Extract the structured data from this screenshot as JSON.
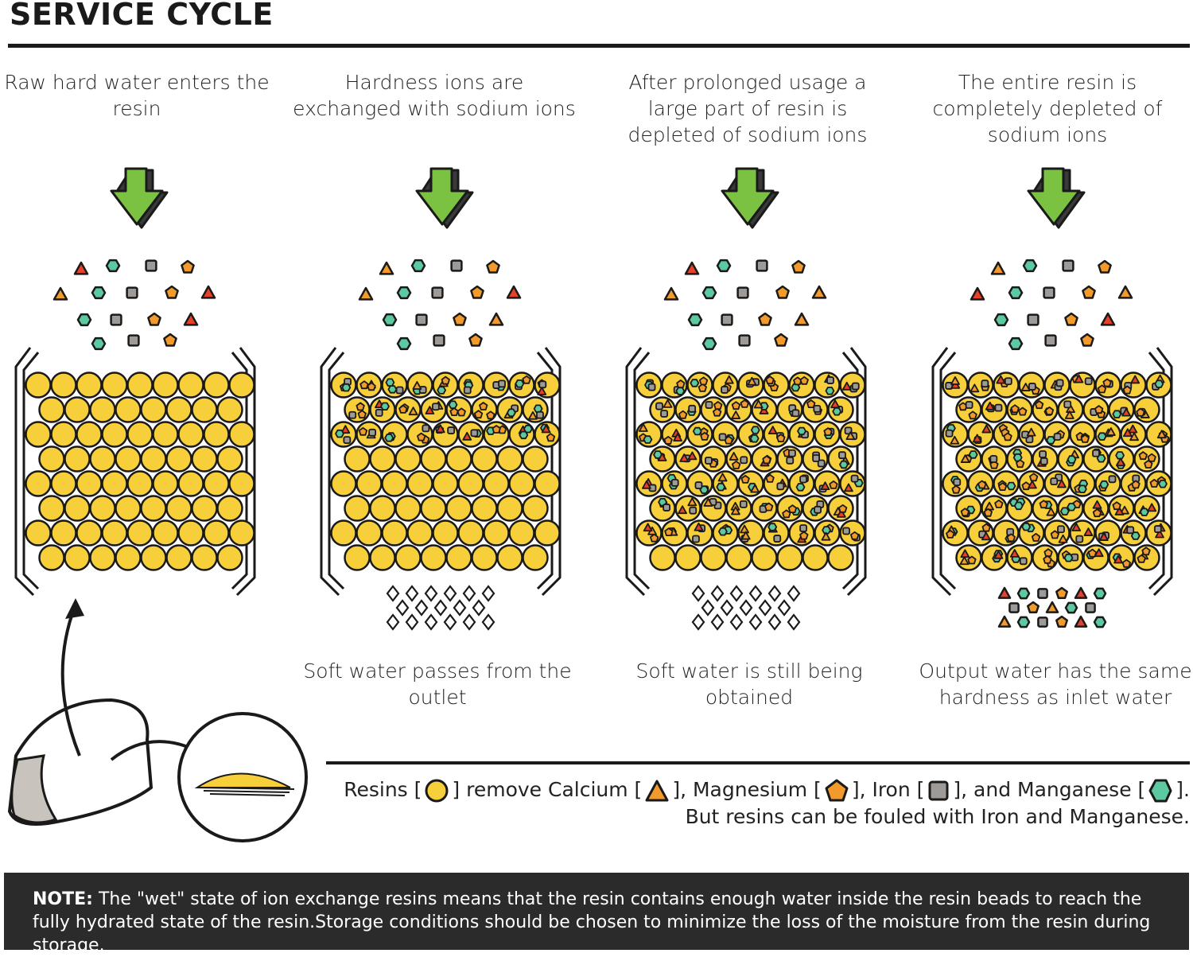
{
  "title": "SERVICE CYCLE",
  "stages": [
    {
      "top_caption": "Raw hard water enters the resin",
      "bottom_caption": "",
      "depleted_fraction": 0.0,
      "output": "none"
    },
    {
      "top_caption": "Hardness ions are exchanged with sodium ions",
      "bottom_caption": "Soft water passes from the outlet",
      "depleted_fraction": 0.375,
      "output": "soft"
    },
    {
      "top_caption": "After prolonged usage a large part of resin is depleted of sodium ions",
      "bottom_caption": "Soft water is still being obtained",
      "depleted_fraction": 0.875,
      "output": "soft"
    },
    {
      "top_caption": "The entire resin is completely depleted of sodium ions",
      "bottom_caption": "Output water has the same hardness as inlet water",
      "depleted_fraction": 1.0,
      "output": "hard"
    }
  ],
  "legend": {
    "t1": "Resins [",
    "t2": "] remove Calcium [",
    "t3": "], Magnesium [",
    "t4": "], Iron [",
    "t5": "], and Manganese [",
    "t6": "].",
    "line2": "But resins can be fouled with Iron and Manganese."
  },
  "note": {
    "label": "NOTE:",
    "text": " The \"wet\" state of ion exchange resins means that the resin contains enough water inside the resin beads to reach the fully hydrated state of the resin.Storage conditions should be chosen to minimize the loss of the moisture from the resin during storage."
  },
  "colors": {
    "resin": "#f7cf3a",
    "calcium": "#e9402a",
    "magnesium": "#f39a2c",
    "iron": "#9d9a97",
    "manganese": "#5cc9a0",
    "arrow": "#7cc242",
    "outline": "#1a1a1a"
  }
}
